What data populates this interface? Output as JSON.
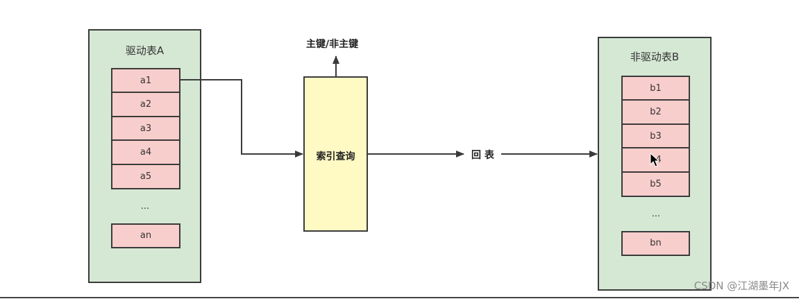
{
  "driving_table": {
    "title": "驱动表A",
    "rows": [
      "a1",
      "a2",
      "a3",
      "a4",
      "a5"
    ],
    "ellipsis": "...",
    "last_row": "an"
  },
  "index_query": {
    "label": "索引查询"
  },
  "key_label": "主键/非主键",
  "lookup_label": "回 表",
  "driven_table": {
    "title": "非驱动表B",
    "rows": [
      "b1",
      "b2",
      "b3",
      "b4",
      "b5"
    ],
    "ellipsis": "...",
    "last_row": "bn"
  },
  "watermark": "CSDN @江湖墨年JX",
  "colors": {
    "table_fill": "#d5e8d4",
    "row_fill": "#f8cecc",
    "index_fill": "#fff9c4",
    "line": "#3a3a3a"
  }
}
